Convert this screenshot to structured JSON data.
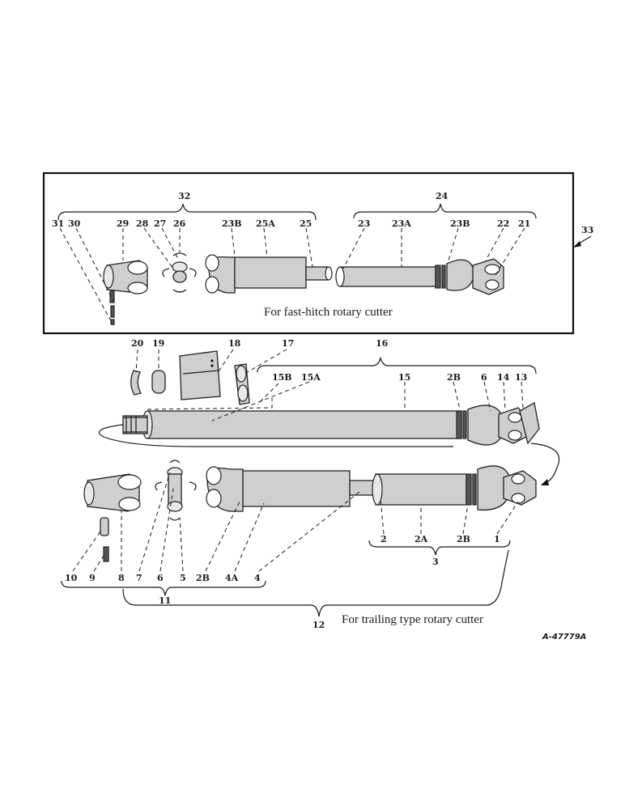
{
  "captions": {
    "fast_hitch": "For fast-hitch rotary cutter",
    "trailing": "For trailing type rotary cutter"
  },
  "reference": "A-47779A",
  "callouts": {
    "c33": "33",
    "c32": "32",
    "c24": "24",
    "c31": "31",
    "c30": "30",
    "c29": "29",
    "c28": "28",
    "c27": "27",
    "c26": "26",
    "c23B_a": "23B",
    "c25A": "25A",
    "c25": "25",
    "c23": "23",
    "c23A": "23A",
    "c23B_b": "23B",
    "c22": "22",
    "c21": "21",
    "c20": "20",
    "c19": "19",
    "c18": "18",
    "c17": "17",
    "c16": "16",
    "c15B": "15B",
    "c15A": "15A",
    "c15": "15",
    "c2B_a": "2B",
    "c6_a": "6",
    "c14": "14",
    "c13": "13",
    "c10": "10",
    "c9": "9",
    "c8": "8",
    "c7": "7",
    "c6_b": "6",
    "c5": "5",
    "c2B_b": "2B",
    "c4A": "4A",
    "c4": "4",
    "c2": "2",
    "c2A": "2A",
    "c2B_c": "2B",
    "c1": "1",
    "c3": "3",
    "c11": "11",
    "c12": "12"
  }
}
